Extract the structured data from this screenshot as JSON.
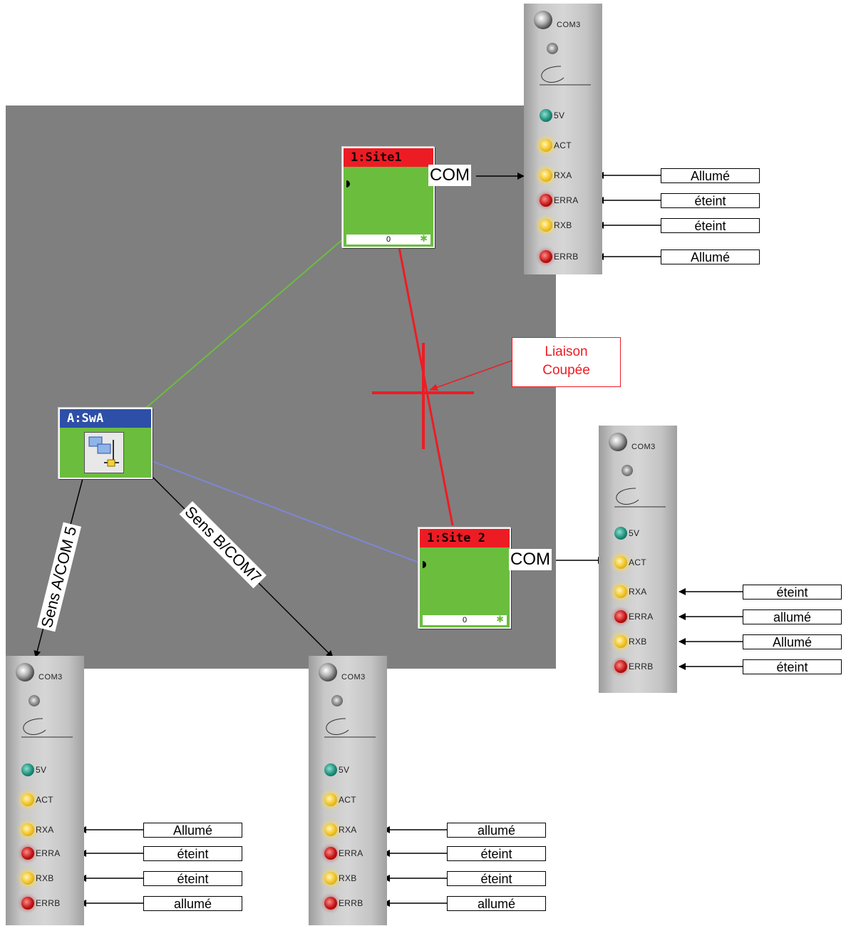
{
  "sites": {
    "site1": {
      "title": "1:Site1",
      "count": "0"
    },
    "site2": {
      "title": "1:Site 2",
      "count": "0"
    }
  },
  "switch": {
    "title": "A:SwA"
  },
  "connectors": {
    "com_site1": "COM",
    "com_site2": "COM"
  },
  "cut_link": {
    "line1": "Liaison",
    "line2": "Coupée"
  },
  "direction_labels": {
    "sens_a": "Sens A/COM 5",
    "sens_b": "Sens B/COM7"
  },
  "panel": {
    "title": "COM3",
    "leds": [
      "5V",
      "ACT",
      "RXA",
      "ERRA",
      "RXB",
      "ERRB"
    ]
  },
  "states": {
    "site1": [
      "Allumé",
      "éteint",
      "éteint",
      "Allumé"
    ],
    "site2": [
      "éteint",
      "allumé",
      "Allumé",
      "éteint"
    ],
    "sens_a": [
      "Allumé",
      "éteint",
      "éteint",
      "allumé"
    ],
    "sens_b": [
      "allumé",
      "éteint",
      "éteint",
      "allumé"
    ]
  },
  "colors": {
    "background": "#7f7f7f",
    "node_green": "#6bbd3e",
    "site_red": "#ed1c24",
    "switch_blue": "#2d4fa8",
    "link_green": "#6bbd3e",
    "link_blue": "#7f86d6",
    "link_red": "#ed1c24"
  }
}
